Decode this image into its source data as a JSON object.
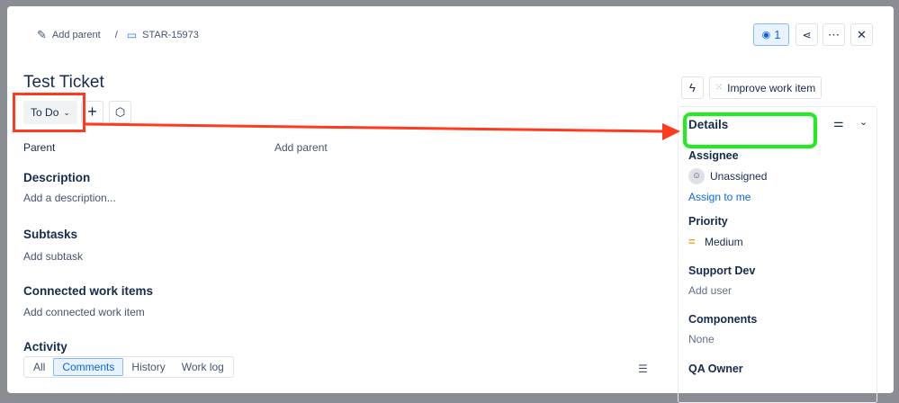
{
  "breadcrumb": {
    "add_parent": "Add parent",
    "separator": "/",
    "key": "STAR-15973"
  },
  "header": {
    "watch_count": "1"
  },
  "title": "Test Ticket",
  "status": "To Do",
  "fields": {
    "parent_label": "Parent",
    "parent_value": "Add parent"
  },
  "description": {
    "heading": "Description",
    "placeholder": "Add a description..."
  },
  "subtasks": {
    "heading": "Subtasks",
    "action": "Add subtask"
  },
  "connected": {
    "heading": "Connected work items",
    "action": "Add connected work item"
  },
  "activity": {
    "heading": "Activity",
    "tabs": [
      "All",
      "Comments",
      "History",
      "Work log"
    ],
    "active": "Comments"
  },
  "side": {
    "improve": "Improve work item",
    "details": "Details",
    "assignee_label": "Assignee",
    "assignee": "Unassigned",
    "assign_me": "Assign to me",
    "priority_label": "Priority",
    "priority": "Medium",
    "support_label": "Support Dev",
    "support": "Add user",
    "components_label": "Components",
    "components": "None",
    "qa_label": "QA Owner"
  },
  "colors": {
    "accent": "#0c66e4",
    "annotation_red": "#ff3b1f",
    "annotation_green": "#1cf01c",
    "priority": "#ff991f"
  }
}
